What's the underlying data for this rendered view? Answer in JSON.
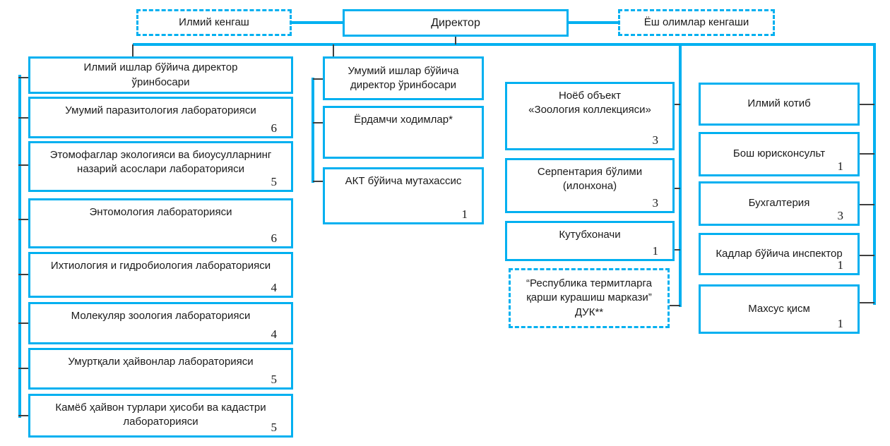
{
  "colors": {
    "accent": "#00B0F0",
    "connector_dark": "#3F3F3F",
    "text": "#1A1A1A",
    "background": "#FFFFFF"
  },
  "top_row": {
    "scientific_council": {
      "label": "Илмий кенгаш"
    },
    "director": {
      "label": "Директор"
    },
    "young_scientists_council": {
      "label": "Ёш олимлар кенгаши"
    }
  },
  "science_branch": {
    "head": {
      "label": "Илмий ишлар бўйича директор\nўринбосари"
    },
    "units": [
      {
        "label": "Умумий паразитология лабораторияси",
        "count": "6"
      },
      {
        "label": "Этомофаглар экологияси ва биоусулларнинг\nназарий асослари лабораторияси",
        "count": "5"
      },
      {
        "label": "Энтомология лабораторияси",
        "count": "6"
      },
      {
        "label": "Ихтиология и гидробиология лабораторияси",
        "count": "4"
      },
      {
        "label": "Молекуляр зоология лабораторияси",
        "count": "4"
      },
      {
        "label": "Умуртқали ҳайвонлар лабораторияси",
        "count": "5"
      },
      {
        "label": "Камёб ҳайвон турлари ҳисоби ва кадастри\nлабораторияси",
        "count": "5"
      }
    ]
  },
  "general_branch": {
    "head": {
      "label": "Умумий ишлар бўйича\nдиректор ўринбосари"
    },
    "units": [
      {
        "label": "Ёрдамчи ходимлар*"
      },
      {
        "label": "АКТ бўйича мутахассис",
        "count": "1"
      }
    ]
  },
  "facility_branch": {
    "units": [
      {
        "label": "Ноёб объект\n«Зоология коллекцияси»",
        "count": "3"
      },
      {
        "label": "Серпентария бўлими\n(илонхона)",
        "count": "3"
      },
      {
        "label": "Кутубхоначи",
        "count": "1"
      }
    ],
    "affiliate": {
      "label": "“Республика термитларга\nқарши курашиш маркази”\nДУК**"
    }
  },
  "admin_branch": {
    "units": [
      {
        "label": "Илмий котиб"
      },
      {
        "label": "Бош юрисконсульт",
        "count": "1"
      },
      {
        "label": "Бухгалтерия",
        "count": "3"
      },
      {
        "label": "Кадлар бўйича инспектор",
        "count": "1"
      },
      {
        "label": "Махсус қисм",
        "count": "1"
      }
    ]
  }
}
